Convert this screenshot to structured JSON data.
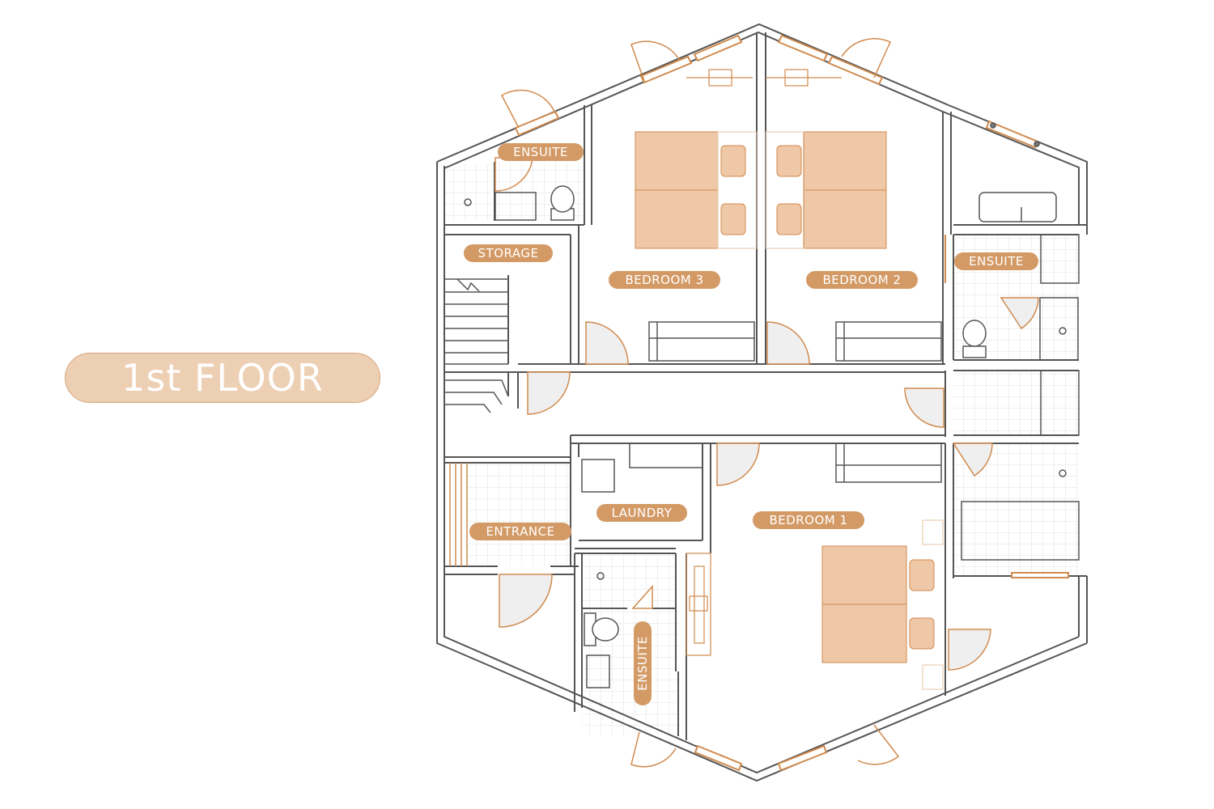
{
  "floor_label": "1st FLOOR",
  "rooms": {
    "ensuite_top_left": "ENSUITE",
    "storage": "STORAGE",
    "bedroom_3": "BEDROOM 3",
    "bedroom_2": "BEDROOM 2",
    "ensuite_right": "ENSUITE",
    "laundry": "LAUNDRY",
    "entrance": "ENTRANCE",
    "bedroom_1": "BEDROOM 1",
    "ensuite_bottom": "ENSUITE"
  },
  "colors": {
    "wall": "#555555",
    "accent": "#d08a4e",
    "furniture_fill": "#efc8a8",
    "label_fill": "#d39a66",
    "tile": "#e4e4e4"
  }
}
